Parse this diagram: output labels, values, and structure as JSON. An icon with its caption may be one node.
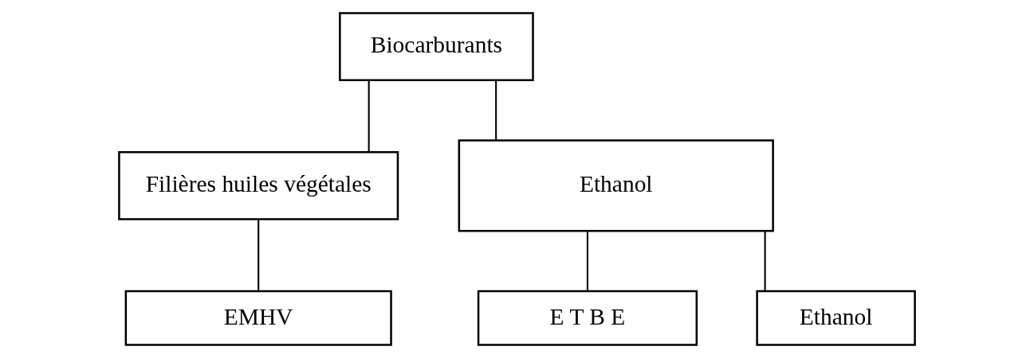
{
  "diagram": {
    "nodes": [
      {
        "text": [
          "Biocarburants"
        ]
      },
      {
        "text": [
          "Filières huiles végétales"
        ]
      },
      {
        "text": [
          "Ethanol"
        ]
      },
      {
        "text": [
          "EMHV"
        ]
      },
      {
        "text": [
          "E T B E"
        ]
      },
      {
        "text": [
          "Ethanol"
        ]
      }
    ],
    "edges": [
      {
        "from": 0,
        "to": 1,
        "arrow": "none"
      },
      {
        "from": 0,
        "to": 2,
        "arrow": "none"
      },
      {
        "from": 1,
        "to": 3,
        "arrow": "none"
      },
      {
        "from": 2,
        "to": 4,
        "arrow": "none"
      },
      {
        "from": 2,
        "to": 5,
        "arrow": "none"
      }
    ]
  }
}
